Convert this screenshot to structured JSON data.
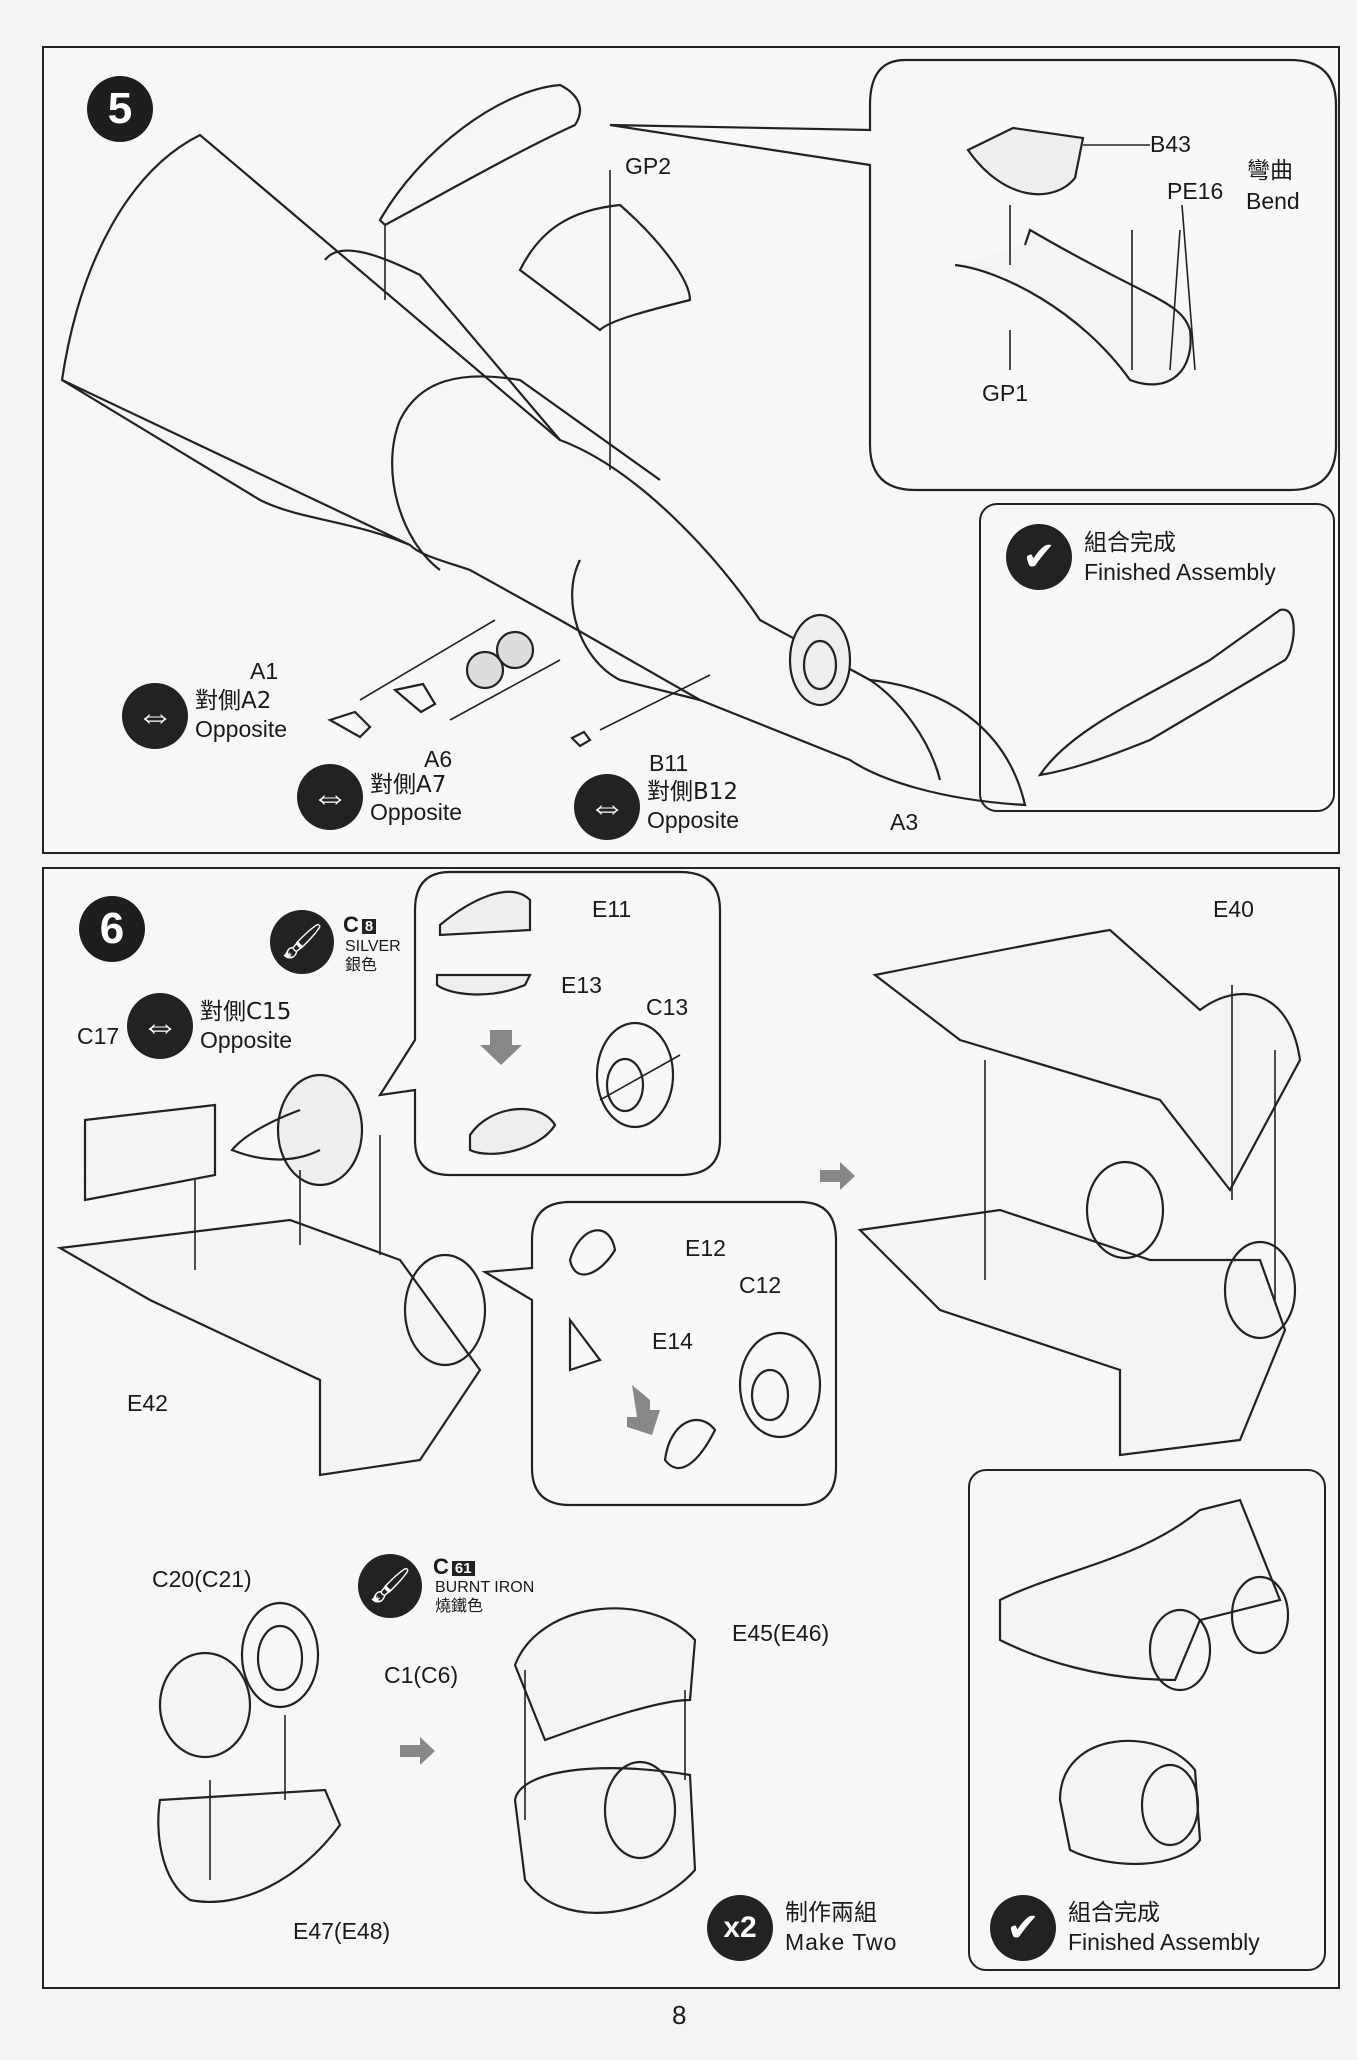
{
  "page_number": "8",
  "step5": {
    "number": "5",
    "parts": {
      "gp2": "GP2",
      "b43": "B43",
      "pe16": "PE16",
      "gp1": "GP1",
      "a1": "A1",
      "a6": "A6",
      "b11": "B11",
      "a3": "A3"
    },
    "bend": {
      "cn": "彎曲",
      "en": "Bend"
    },
    "opposite": [
      {
        "cn": "對側A2",
        "en": "Opposite"
      },
      {
        "cn": "對側A7",
        "en": "Opposite"
      },
      {
        "cn": "對側B12",
        "en": "Opposite"
      }
    ],
    "finished": {
      "cn": "組合完成",
      "en": "Finished Assembly"
    }
  },
  "step6": {
    "number": "6",
    "paint1": {
      "code_letter": "C",
      "code_num": "8",
      "en": "SILVER",
      "cn": "銀色"
    },
    "paint2": {
      "code_letter": "C",
      "code_num": "61",
      "en": "BURNT IRON",
      "cn": "燒鐵色"
    },
    "opposite": {
      "cn": "對側C15",
      "en": "Opposite"
    },
    "parts": {
      "c17": "C17",
      "e11": "E11",
      "e13": "E13",
      "c13": "C13",
      "e40": "E40",
      "e12": "E12",
      "c12": "C12",
      "e14": "E14",
      "e42": "E42",
      "c20": "C20(C21)",
      "c1": "C1(C6)",
      "e45": "E45(E46)",
      "e47": "E47(E48)"
    },
    "make_two": {
      "badge": "x2",
      "cn": "制作兩組",
      "en": "Make Two"
    },
    "finished": {
      "cn": "組合完成",
      "en": "Finished Assembly"
    }
  }
}
